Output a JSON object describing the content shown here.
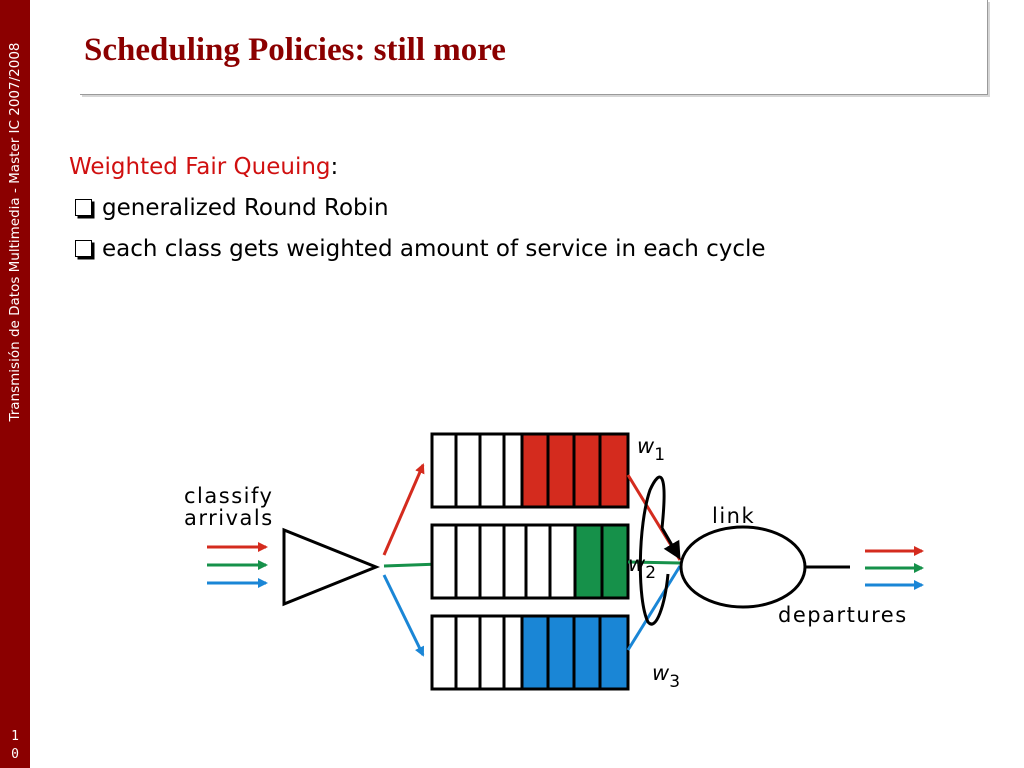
{
  "sidebar": {
    "course": "Transmisión de Datos Multimedia - Master IC 2007/2008",
    "slide_digits": [
      "1",
      "0"
    ]
  },
  "slide": {
    "title": "Scheduling Policies: still more"
  },
  "content": {
    "heading_term": "Weighted Fair Queuing",
    "heading_suffix": ":",
    "bullets": [
      "generalized Round Robin",
      "each class gets weighted amount of service in each cycle"
    ]
  },
  "diagram": {
    "classify_label_line1": "classify",
    "classify_label_line2": "arrivals",
    "link_label": "link",
    "departures_label": "departures",
    "weights": [
      {
        "symbol": "w",
        "subscript": "1"
      },
      {
        "symbol": "w",
        "subscript": "2"
      },
      {
        "symbol": "w",
        "subscript": "3"
      }
    ],
    "colors": {
      "class_1": "#d42b1e",
      "class_2": "#16914a",
      "class_3": "#1a86d6",
      "sidebar": "#8b0000",
      "title": "#8b0000"
    }
  }
}
